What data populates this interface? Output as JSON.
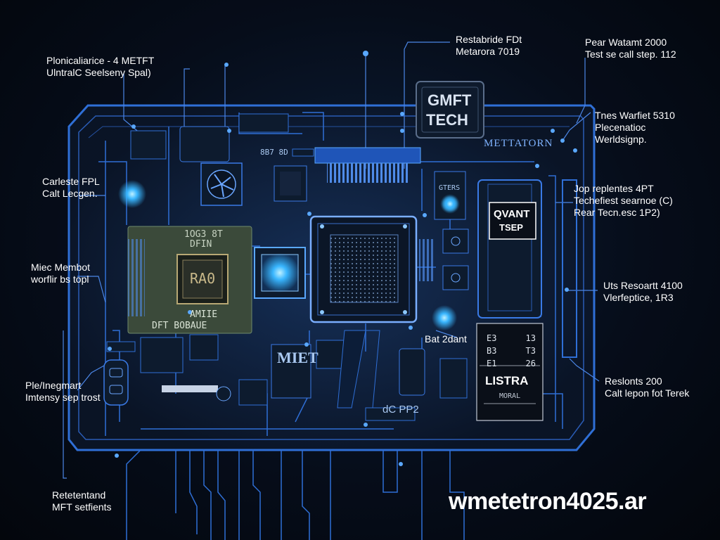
{
  "callouts": {
    "top_left": [
      "Plonicaliarice - 4 METFT",
      "UlntralC Seelseny Spal)"
    ],
    "top_center": [
      "Restabride FDt",
      "Metarora 7019"
    ],
    "top_right": [
      "Pear Watamt 2000",
      "Test se call step. 112"
    ],
    "right_1": [
      "Tnes Warfiet 5310",
      "Plecenatioc",
      "Werldsignp."
    ],
    "right_2": [
      "Jop replentes 4PT",
      "Techefiest searnoe (C)",
      "Rear Tecn.esc 1P2)"
    ],
    "right_3": [
      "Uts Resoartt 4100",
      "Vlerfeptice, 1R3"
    ],
    "right_4": [
      "Reslonts 200",
      "Calt lepon fot Terek"
    ],
    "left_1": [
      "Carleste FPL",
      "Calt Lecgen."
    ],
    "left_2": [
      "Miec Membot",
      "worflir bs topl"
    ],
    "left_3": [
      "Ple/Inegmart",
      "Imtensy sep trost"
    ],
    "bottom_left": [
      "Retetentand",
      "MFT setfients"
    ],
    "inner_bat": "Bat 2dant"
  },
  "chips": {
    "logo_top": "GMFT",
    "logo_bottom": "TECH",
    "brand": "METTATORN",
    "module_line1": "QVANT",
    "module_line2": "TSEP",
    "ram_top": "1OG3 8T",
    "ram_sub": "DFIN",
    "ram_core": "RA0",
    "ram_bottom1": "AMIIE",
    "ram_bottom2": "DFT BOBAUE",
    "ic_small": "GTERS",
    "mfet": "MIET",
    "board_num": "8B7 8D",
    "bottom_code": "dC PP2",
    "listra_title": "LISTRA",
    "listra_rows": [
      [
        "E3",
        "13"
      ],
      [
        "B3",
        "T3"
      ],
      [
        "E1",
        "26"
      ]
    ],
    "listra_foot": "MORAL"
  },
  "watermark": "wmetetron4025.ar",
  "colors": {
    "trace": "#2f6fd6",
    "trace_bright": "#5aa8ff",
    "glow": "#39b6ff",
    "chip_body": "#0d1b2e",
    "ram_pcb": "#3b4a3a"
  }
}
